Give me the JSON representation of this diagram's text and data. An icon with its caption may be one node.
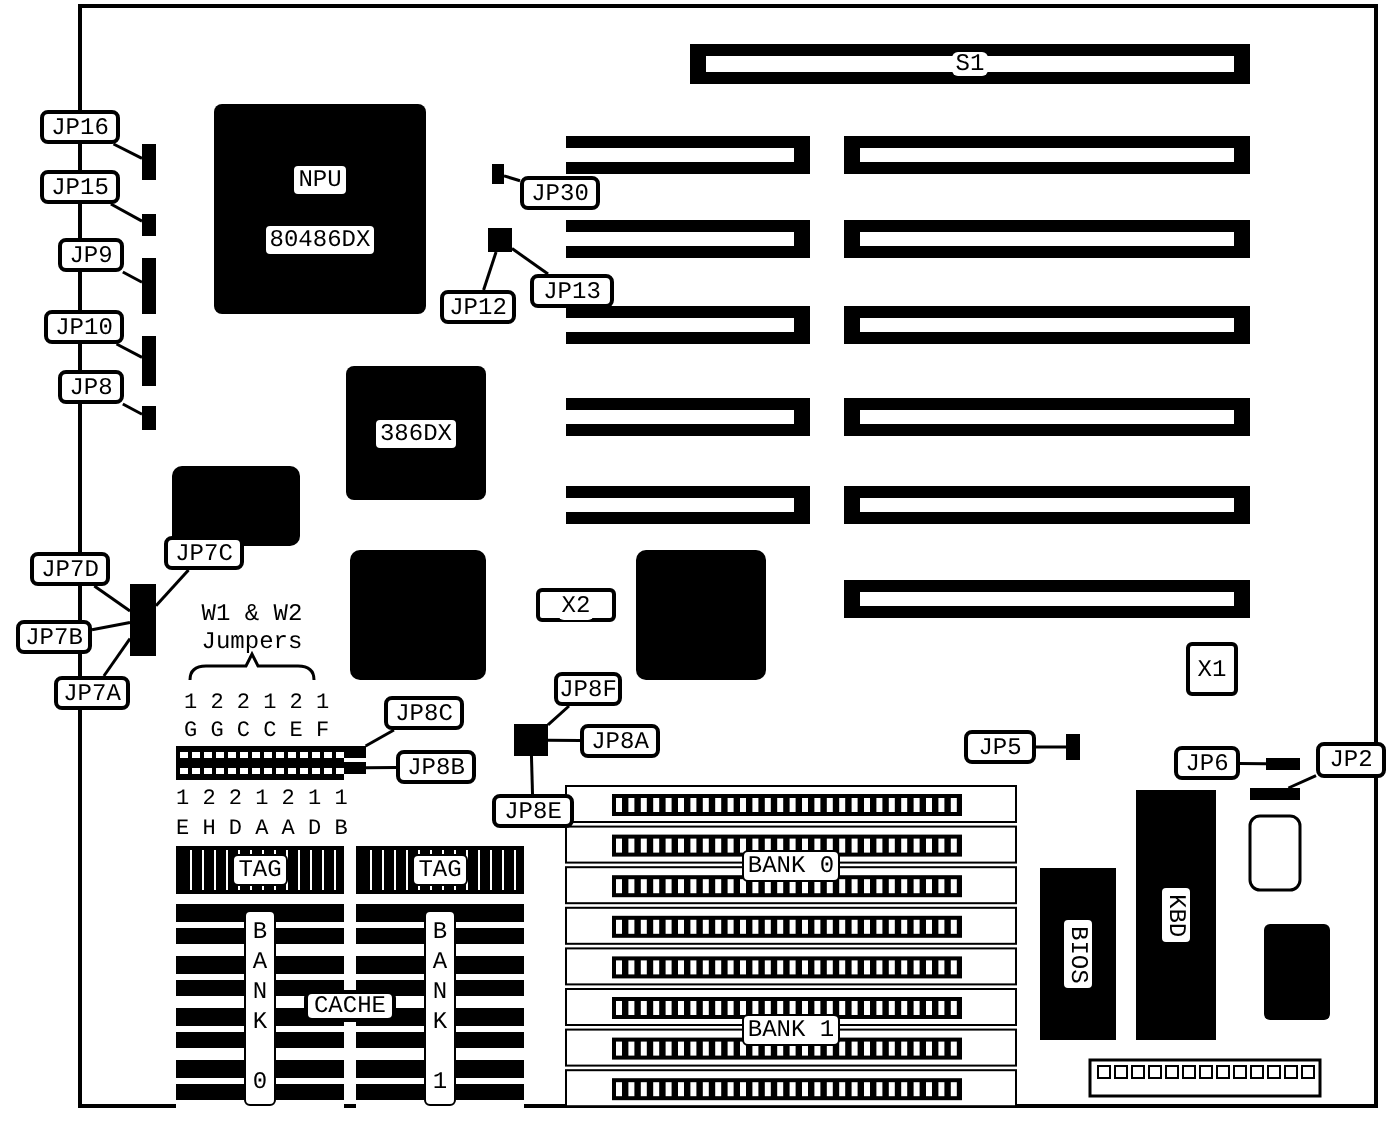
{
  "diagram": {
    "nodes": [
      {
        "text": [
          "S1"
        ]
      },
      {
        "text": [
          "JP16"
        ]
      },
      {
        "text": [],
        "shape": "box"
      },
      {
        "text": [
          "JP15"
        ]
      },
      {
        "text": [],
        "shape": "box"
      },
      {
        "text": [
          "NPU",
          "80486DX"
        ]
      },
      {
        "text": [
          "JP30"
        ]
      },
      {
        "text": [],
        "shape": "box"
      },
      {
        "text": [
          "JP9"
        ]
      },
      {
        "text": [],
        "shape": "box"
      },
      {
        "text": [
          "JP12"
        ]
      },
      {
        "text": [
          "JP13"
        ]
      },
      {
        "text": [],
        "shape": "box"
      },
      {
        "text": [
          "JP10"
        ]
      },
      {
        "text": [],
        "shape": "box"
      },
      {
        "text": [
          "JP8"
        ]
      },
      {
        "text": [],
        "shape": "box"
      },
      {
        "text": [
          "386DX"
        ]
      },
      {
        "text": [
          "JP7C"
        ]
      },
      {
        "text": [
          "JP7D"
        ]
      },
      {
        "text": [
          "JP7B"
        ]
      },
      {
        "text": [
          "JP7A"
        ]
      },
      {
        "text": [],
        "shape": "box"
      },
      {
        "text": [
          "X2"
        ]
      },
      {
        "text": [
          "X1"
        ]
      },
      {
        "text": [
          "JP8F"
        ]
      },
      {
        "text": [
          "JP8A"
        ]
      },
      {
        "text": [
          "JP8E"
        ]
      },
      {
        "text": [],
        "shape": "box"
      },
      {
        "text": [
          "JP8C"
        ]
      },
      {
        "text": [],
        "shape": "box"
      },
      {
        "text": [
          "JP8B"
        ]
      },
      {
        "text": [],
        "shape": "box"
      },
      {
        "text": [
          "JP5"
        ]
      },
      {
        "text": [],
        "shape": "box"
      },
      {
        "text": [
          "JP6"
        ]
      },
      {
        "text": [],
        "shape": "box"
      },
      {
        "text": [
          "JP2"
        ]
      },
      {
        "text": [],
        "shape": "box"
      },
      {
        "text": [
          "TAG"
        ]
      },
      {
        "text": [
          "TAG"
        ]
      },
      {
        "text": [
          "BANK 0"
        ]
      },
      {
        "text": [
          "CACHE"
        ]
      },
      {
        "text": [
          "BANK 1"
        ]
      },
      {
        "text": [
          "BANK 0"
        ]
      },
      {
        "text": [
          "BANK 1"
        ]
      },
      {
        "text": [
          "BIOS"
        ]
      },
      {
        "text": [
          "KBD"
        ]
      }
    ],
    "edges": [
      {
        "from": 1,
        "to": 2,
        "arrow": "none"
      },
      {
        "from": 3,
        "to": 4,
        "arrow": "none"
      },
      {
        "from": 6,
        "to": 7,
        "arrow": "none"
      },
      {
        "from": 8,
        "to": 9,
        "arrow": "none"
      },
      {
        "from": 10,
        "to": 12,
        "arrow": "none"
      },
      {
        "from": 11,
        "to": 12,
        "arrow": "none"
      },
      {
        "from": 13,
        "to": 14,
        "arrow": "none"
      },
      {
        "from": 15,
        "to": 16,
        "arrow": "none"
      },
      {
        "from": 18,
        "to": 22,
        "arrow": "none"
      },
      {
        "from": 19,
        "to": 22,
        "arrow": "none"
      },
      {
        "from": 20,
        "to": 22,
        "arrow": "none"
      },
      {
        "from": 21,
        "to": 22,
        "arrow": "none"
      },
      {
        "from": 25,
        "to": 28,
        "arrow": "none"
      },
      {
        "from": 26,
        "to": 28,
        "arrow": "none"
      },
      {
        "from": 27,
        "to": 28,
        "arrow": "none"
      },
      {
        "from": 29,
        "to": 30,
        "arrow": "none"
      },
      {
        "from": 31,
        "to": 32,
        "arrow": "none"
      },
      {
        "from": 33,
        "to": 34,
        "arrow": "none"
      },
      {
        "from": 35,
        "to": 36,
        "arrow": "none"
      },
      {
        "from": 37,
        "to": 38,
        "arrow": "none"
      }
    ],
    "labels": [
      "W1 & W2 Jumpers",
      "1 2 2 1 2 1",
      "G G C C E F",
      "1 2 2 1 2 1 1",
      "E H D A A D B"
    ]
  }
}
